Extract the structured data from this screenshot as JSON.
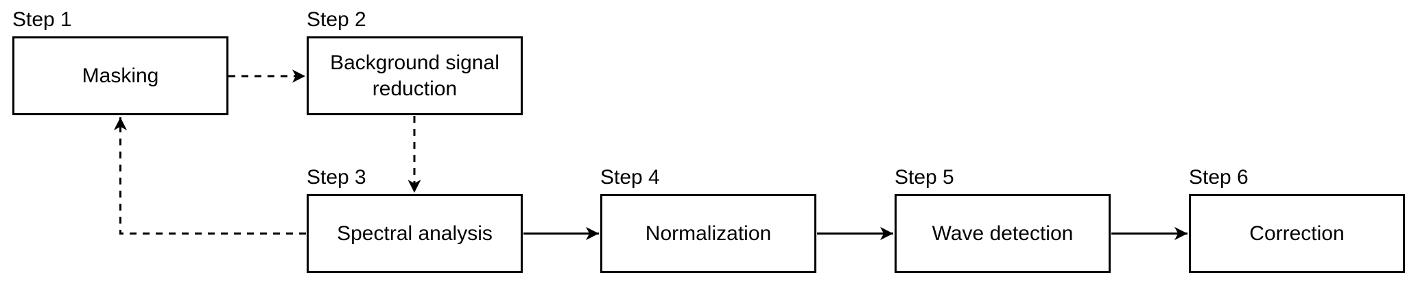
{
  "diagram": {
    "type": "flowchart",
    "background": "#ffffff",
    "box_fill": "#ffffff",
    "stroke_color": "#000000",
    "text_color": "#000000",
    "steps": [
      {
        "label": "Step 1",
        "name": "Masking"
      },
      {
        "label": "Step 2",
        "name": "Background signal reduction"
      },
      {
        "label": "Step 3",
        "name": "Spectral analysis"
      },
      {
        "label": "Step 4",
        "name": "Normalization"
      },
      {
        "label": "Step 5",
        "name": "Wave detection"
      },
      {
        "label": "Step 6",
        "name": "Correction"
      }
    ],
    "connections": [
      {
        "from": "Masking",
        "to": "Background signal reduction",
        "style": "dashed"
      },
      {
        "from": "Background signal reduction",
        "to": "Spectral analysis",
        "style": "dashed"
      },
      {
        "from": "Spectral analysis",
        "to": "Masking",
        "style": "dashed"
      },
      {
        "from": "Spectral analysis",
        "to": "Normalization",
        "style": "solid"
      },
      {
        "from": "Normalization",
        "to": "Wave detection",
        "style": "solid"
      },
      {
        "from": "Wave detection",
        "to": "Correction",
        "style": "solid"
      }
    ]
  }
}
